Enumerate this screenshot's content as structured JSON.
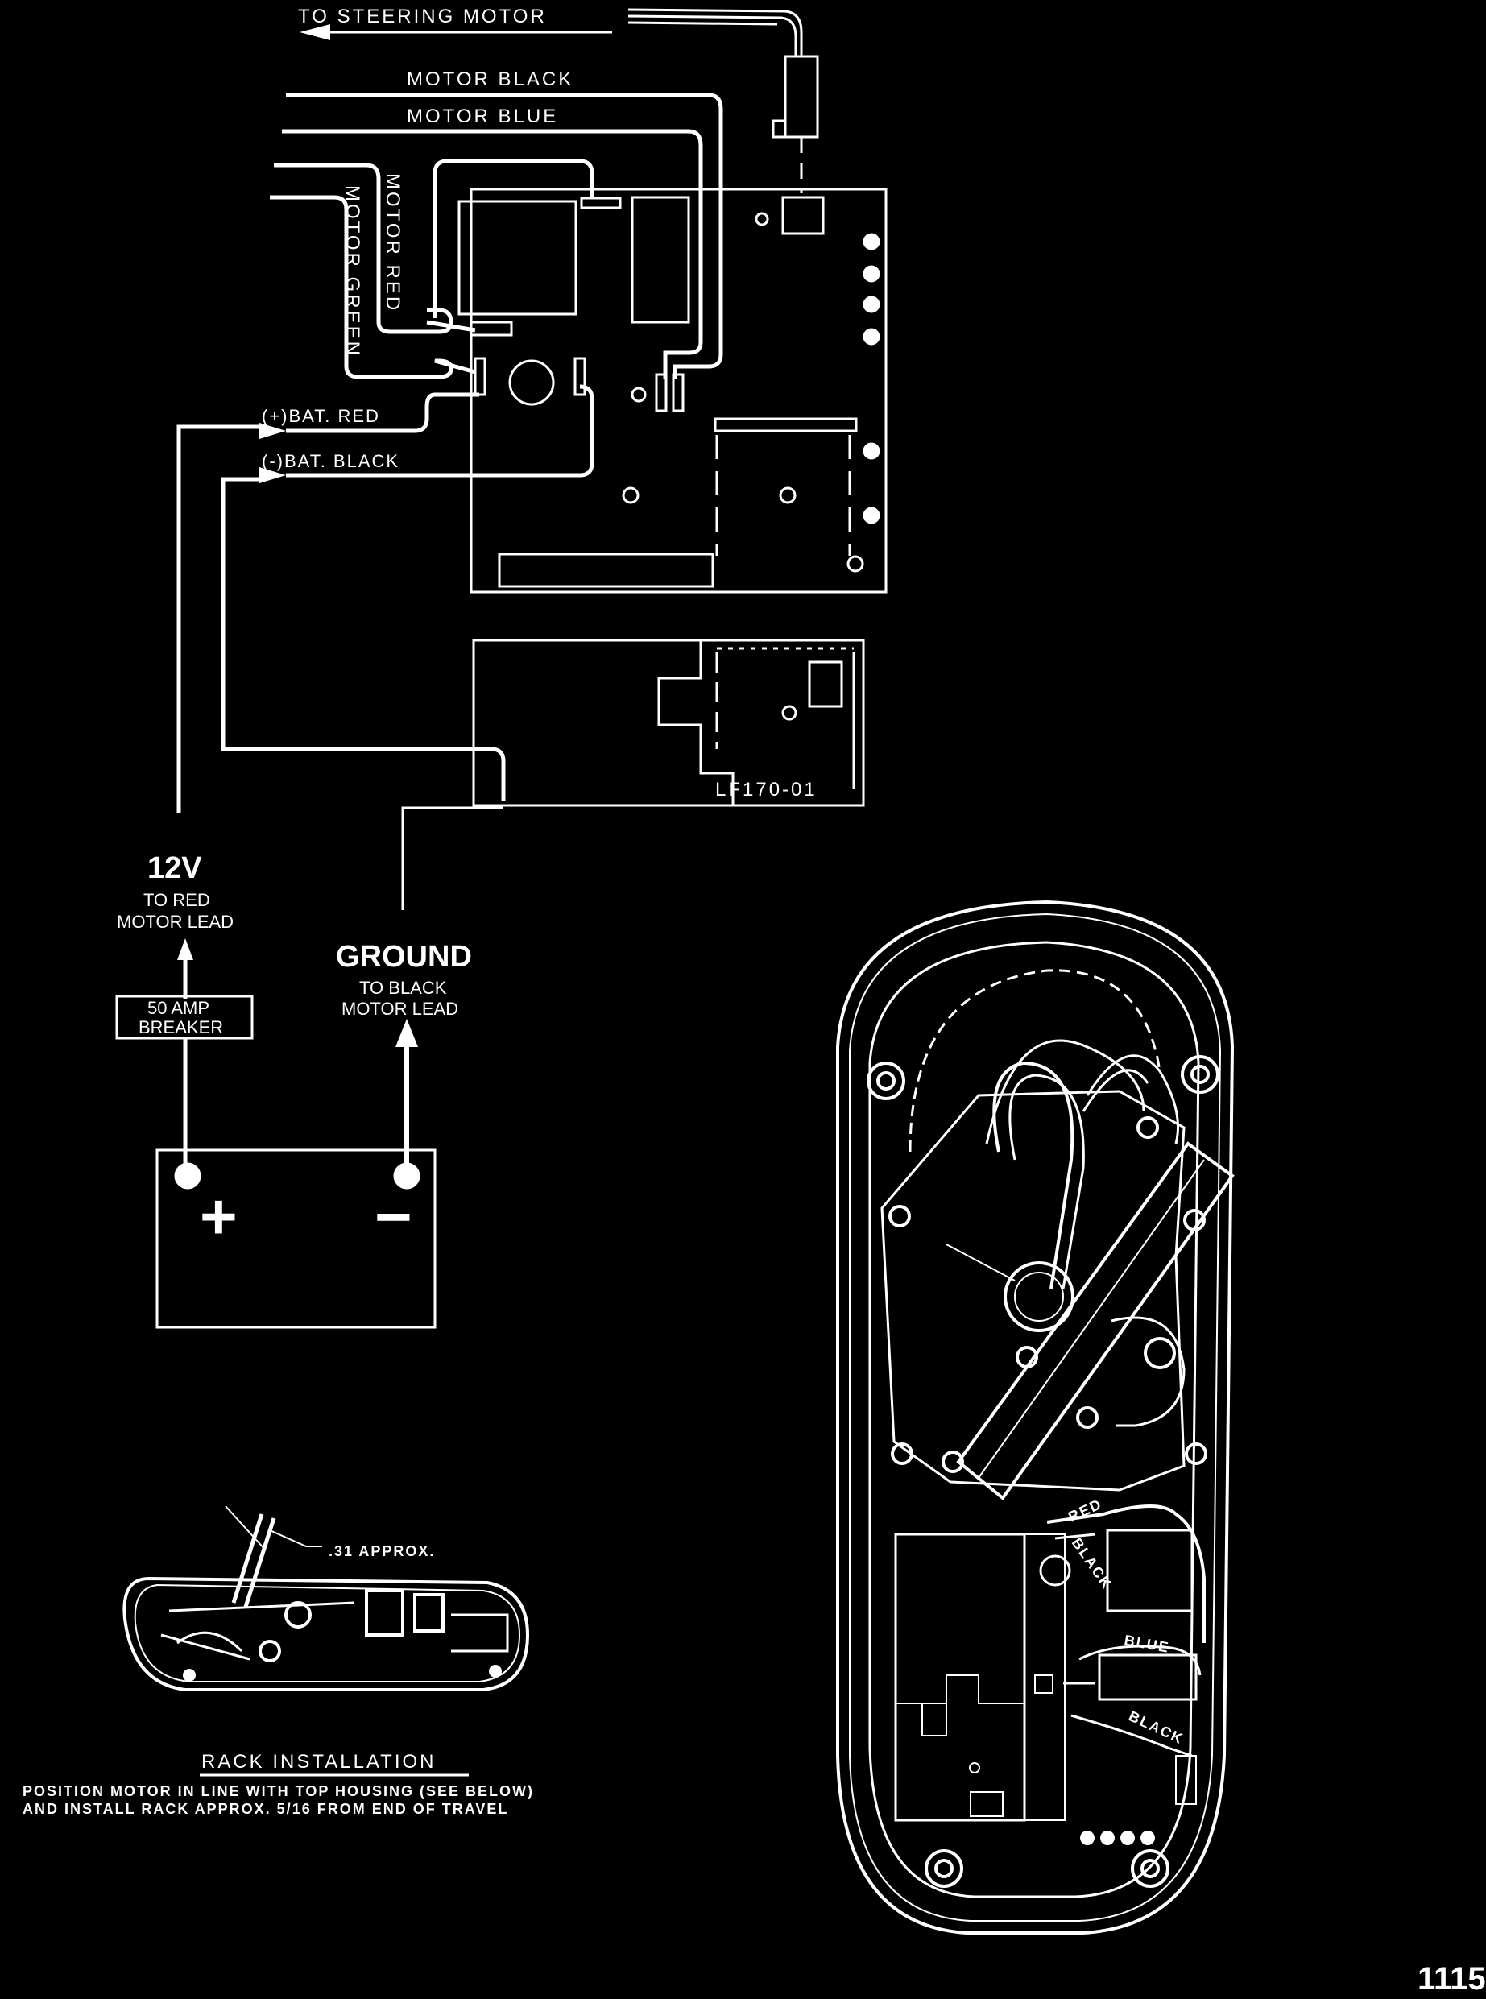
{
  "labels": {
    "to_steering_motor": "TO STEERING MOTOR",
    "motor_black": "MOTOR BLACK",
    "motor_blue": "MOTOR BLUE",
    "motor_red": "MOTOR RED",
    "motor_green": "MOTOR GREEN",
    "bat_red": "(+)BAT. RED",
    "bat_black": "(-)BAT. BLACK",
    "board_id": "LF170-01",
    "v12": "12V",
    "to_red_line1": "TO RED",
    "to_red_line2": "MOTOR LEAD",
    "ground": "GROUND",
    "to_black_line1": "TO BLACK",
    "to_black_line2": "MOTOR LEAD",
    "breaker_line1": "50 AMP",
    "breaker_line2": "BREAKER",
    "plus": "+",
    "minus": "−",
    "approx": ".31 APPROX.",
    "rack_title": "RACK INSTALLATION",
    "rack_note1": "POSITION MOTOR IN LINE WITH TOP HOUSING (SEE BELOW)",
    "rack_note2": "AND INSTALL RACK APPROX. 5/16 FROM END OF TRAVEL",
    "wire_red": "RED",
    "wire_black": "BLACK",
    "wire_blue": "BLUE",
    "page_number": "1115"
  },
  "colors": {
    "background": "#000000",
    "line": "#ffffff"
  }
}
